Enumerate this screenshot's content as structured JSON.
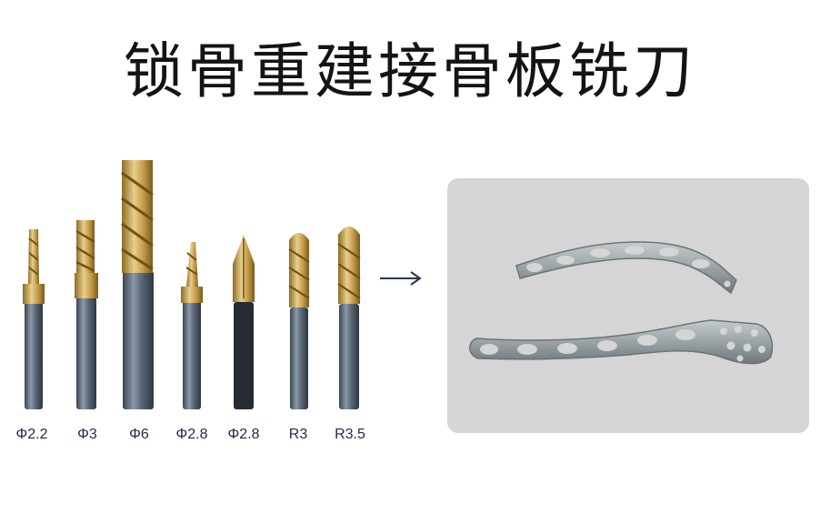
{
  "title": "锁骨重建接骨板铣刀",
  "tools": [
    {
      "label": "Φ2.2"
    },
    {
      "label": "Φ3"
    },
    {
      "label": "Φ6"
    },
    {
      "label": "Φ2.8"
    },
    {
      "label": "Φ2.8"
    },
    {
      "label": "R3"
    },
    {
      "label": "R3.5"
    }
  ],
  "colors": {
    "gold": "#c9a24a",
    "shank": "#5d6c7c",
    "panel": "#d5d5d5",
    "plate": "#9aa3a6"
  }
}
